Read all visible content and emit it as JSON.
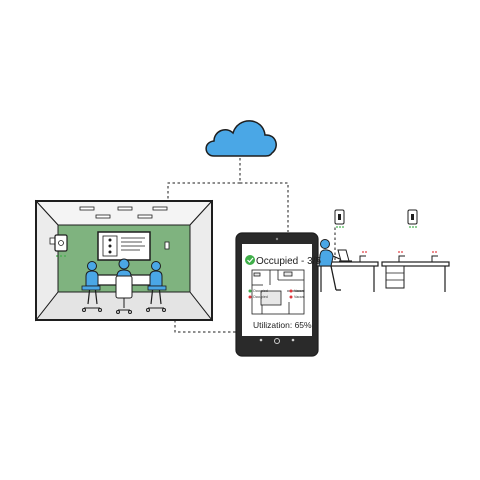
{
  "tablet": {
    "status_label": "Occupied - 3/5",
    "utilization_label": "Utilization: 65%",
    "legend": [
      {
        "label": "Occupied",
        "color": "#3fae49"
      },
      {
        "label": "Occupied",
        "color": "#e0383e"
      },
      {
        "label": "Vacant",
        "color": "#e0383e"
      },
      {
        "label": "Vacant",
        "color": "#e0383e"
      }
    ]
  },
  "colors": {
    "cloud": "#4aa7e6",
    "room_wall": "#7fb37f",
    "person": "#4aa7e6",
    "occupied_dot": "#3fae49",
    "alert_dot": "#e0383e",
    "outline": "#1e1e1e"
  },
  "icons": [
    "cloud-icon",
    "check-circle-icon",
    "person-icon",
    "sensor-icon",
    "laptop-icon",
    "tablet-icon"
  ]
}
